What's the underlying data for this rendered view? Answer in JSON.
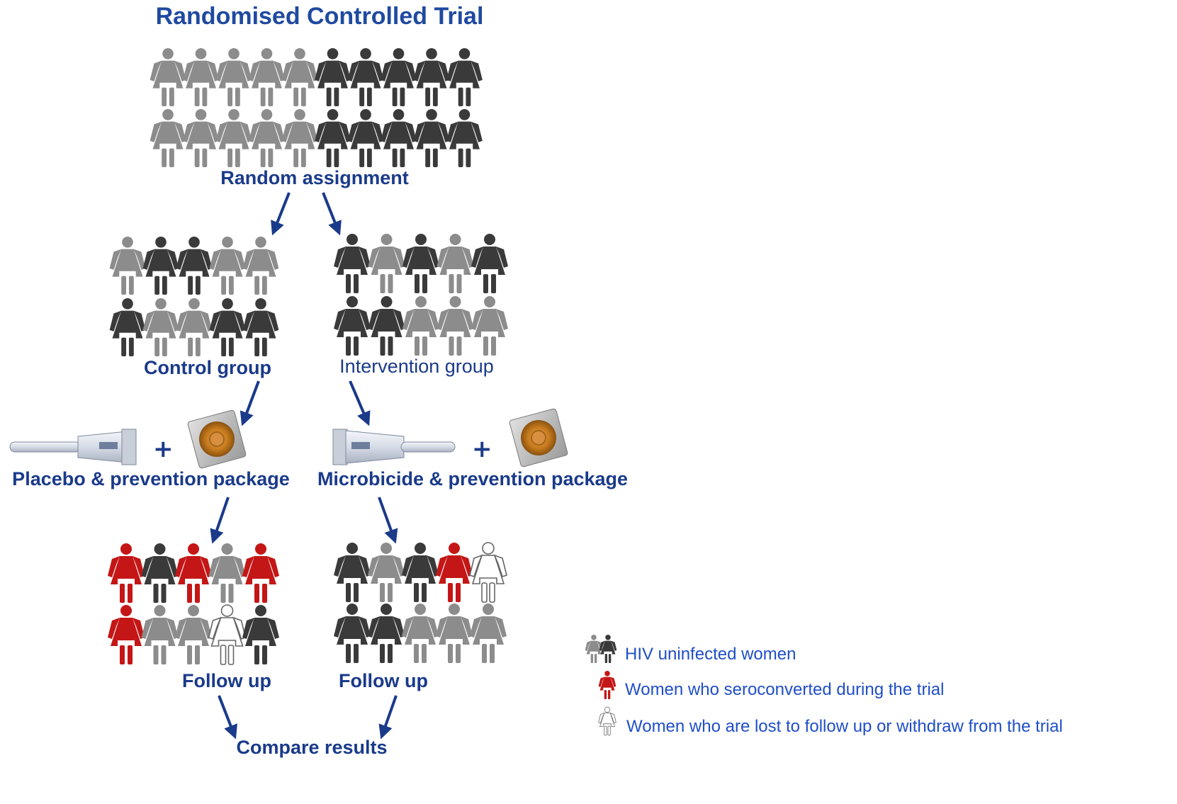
{
  "title": "Randomised Controlled Trial",
  "labels": {
    "random_assignment": "Random assignment",
    "control_group": "Control group",
    "intervention_group": "Intervention group",
    "placebo_package": "Placebo & prevention package",
    "microbicide_package": "Microbicide & prevention package",
    "follow_up_left": "Follow up",
    "follow_up_right": "Follow up",
    "compare_results": "Compare results",
    "plus_left": "+",
    "plus_right": "+"
  },
  "legend": {
    "uninfected": "HIV uninfected women",
    "seroconverted": "Women who seroconverted during the trial",
    "lost": "Women who are lost to follow up or withdraw from the trial"
  },
  "colors": {
    "light": "#8c8c8c",
    "dark": "#3a3a3a",
    "red": "#c41616",
    "white": "#ffffff",
    "arrow": "#1a3a8a",
    "text": "#1a3a8a"
  },
  "groups": {
    "all_participants": [
      [
        "light",
        "light",
        "light",
        "light",
        "light",
        "dark",
        "dark",
        "dark",
        "dark",
        "dark"
      ],
      [
        "light",
        "light",
        "light",
        "light",
        "light",
        "dark",
        "dark",
        "dark",
        "dark",
        "dark"
      ]
    ],
    "control": [
      [
        "light",
        "dark",
        "dark",
        "light",
        "light"
      ],
      [
        "dark",
        "light",
        "light",
        "dark",
        "dark"
      ]
    ],
    "intervention": [
      [
        "dark",
        "light",
        "dark",
        "light",
        "dark"
      ],
      [
        "dark",
        "dark",
        "light",
        "light",
        "light"
      ]
    ],
    "control_followup": [
      [
        "red",
        "dark",
        "red",
        "light",
        "red"
      ],
      [
        "red",
        "light",
        "light",
        "white",
        "dark"
      ]
    ],
    "intervention_followup": [
      [
        "dark",
        "light",
        "dark",
        "red",
        "white"
      ],
      [
        "dark",
        "dark",
        "light",
        "light",
        "light"
      ]
    ]
  }
}
